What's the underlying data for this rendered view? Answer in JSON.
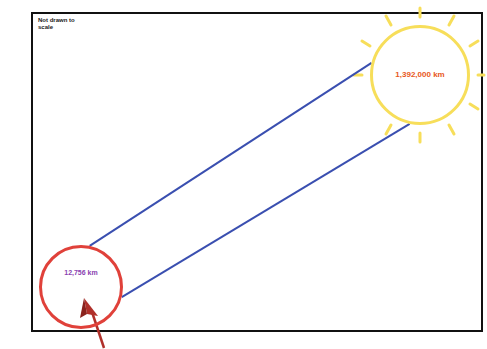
{
  "diagram": {
    "nodes": [
      {
        "text": [
          "1,392,000 km"
        ]
      },
      {
        "text": [
          "12,756 km"
        ]
      }
    ],
    "edges": [
      {
        "from": 1,
        "to": 0,
        "arrow": "none"
      },
      {
        "from": 1,
        "to": 0,
        "arrow": "none"
      }
    ],
    "labels": [
      "Not drawn to scale"
    ]
  }
}
